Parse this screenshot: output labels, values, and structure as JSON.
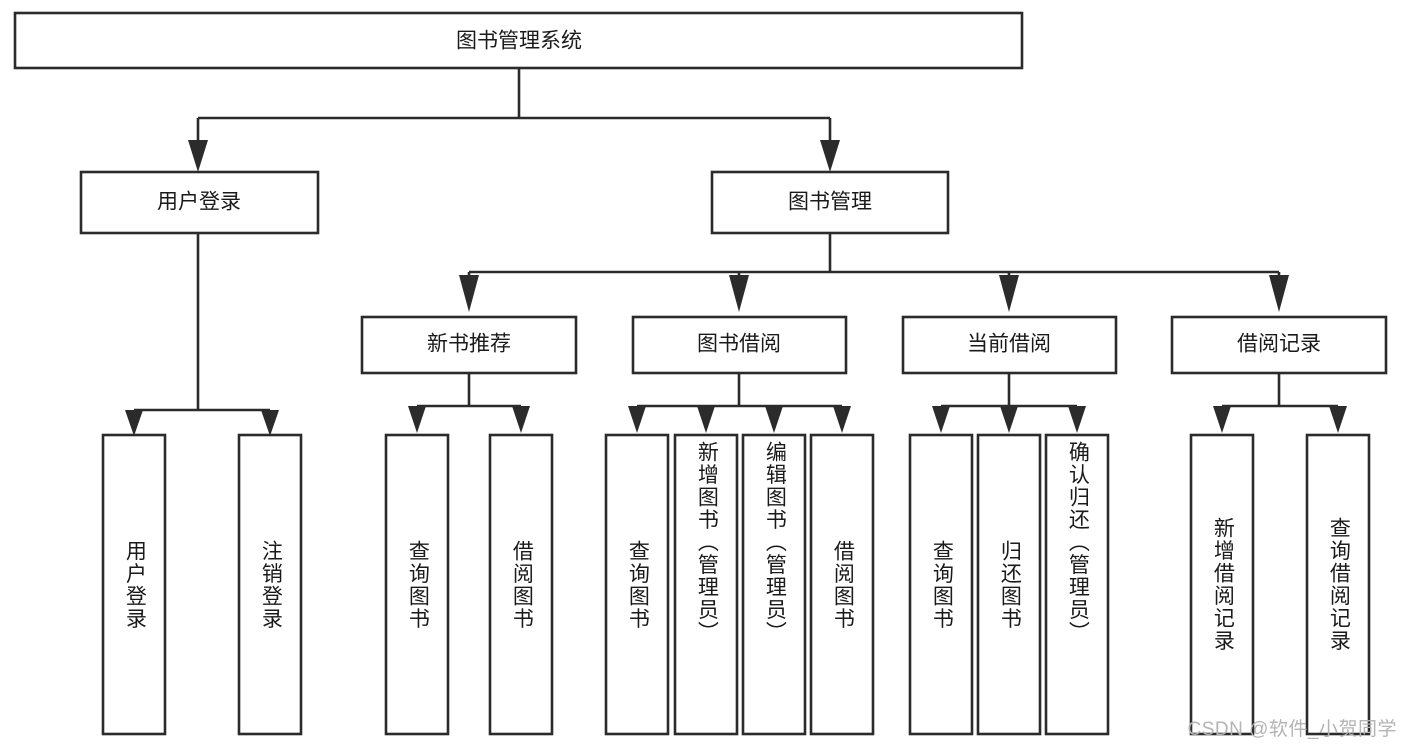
{
  "diagram": {
    "title_node": {
      "label": "图书管理系统"
    },
    "level2": [
      {
        "id": "user-login",
        "label": "用户登录"
      },
      {
        "id": "book-management",
        "label": "图书管理"
      }
    ],
    "level3": [
      {
        "id": "new-book-recommend",
        "label": "新书推荐"
      },
      {
        "id": "book-borrow",
        "label": "图书借阅"
      },
      {
        "id": "current-borrow",
        "label": "当前借阅"
      },
      {
        "id": "borrow-record",
        "label": "借阅记录"
      }
    ],
    "leaves": {
      "user_login": [
        {
          "id": "leaf-user-login",
          "label": "用户登录"
        },
        {
          "id": "leaf-logout-login",
          "label": "注销登录"
        }
      ],
      "new_book_recommend": [
        {
          "id": "leaf-query-book-1",
          "label": "查询图书"
        },
        {
          "id": "leaf-borrow-book-1",
          "label": "借阅图书"
        }
      ],
      "book_borrow": [
        {
          "id": "leaf-query-book-2",
          "label": "查询图书"
        },
        {
          "id": "leaf-add-book",
          "label": "新增图书（管理员）"
        },
        {
          "id": "leaf-edit-book",
          "label": "编辑图书（管理员）"
        },
        {
          "id": "leaf-borrow-book-2",
          "label": "借阅图书"
        }
      ],
      "current_borrow": [
        {
          "id": "leaf-query-book-3",
          "label": "查询图书"
        },
        {
          "id": "leaf-return-book",
          "label": "归还图书"
        },
        {
          "id": "leaf-confirm-return",
          "label": "确认归还（管理员）"
        }
      ],
      "borrow_record": [
        {
          "id": "leaf-add-borrow-record",
          "label": "新增借阅记录"
        },
        {
          "id": "leaf-query-borrow-record",
          "label": "查询借阅记录"
        }
      ]
    },
    "watermark": "CSDN @软件_小贺同学",
    "colors": {
      "stroke": "#2b2b2b",
      "fill": "#ffffff",
      "text": "#1a1a1a",
      "watermark": "#b4b4b4"
    }
  }
}
